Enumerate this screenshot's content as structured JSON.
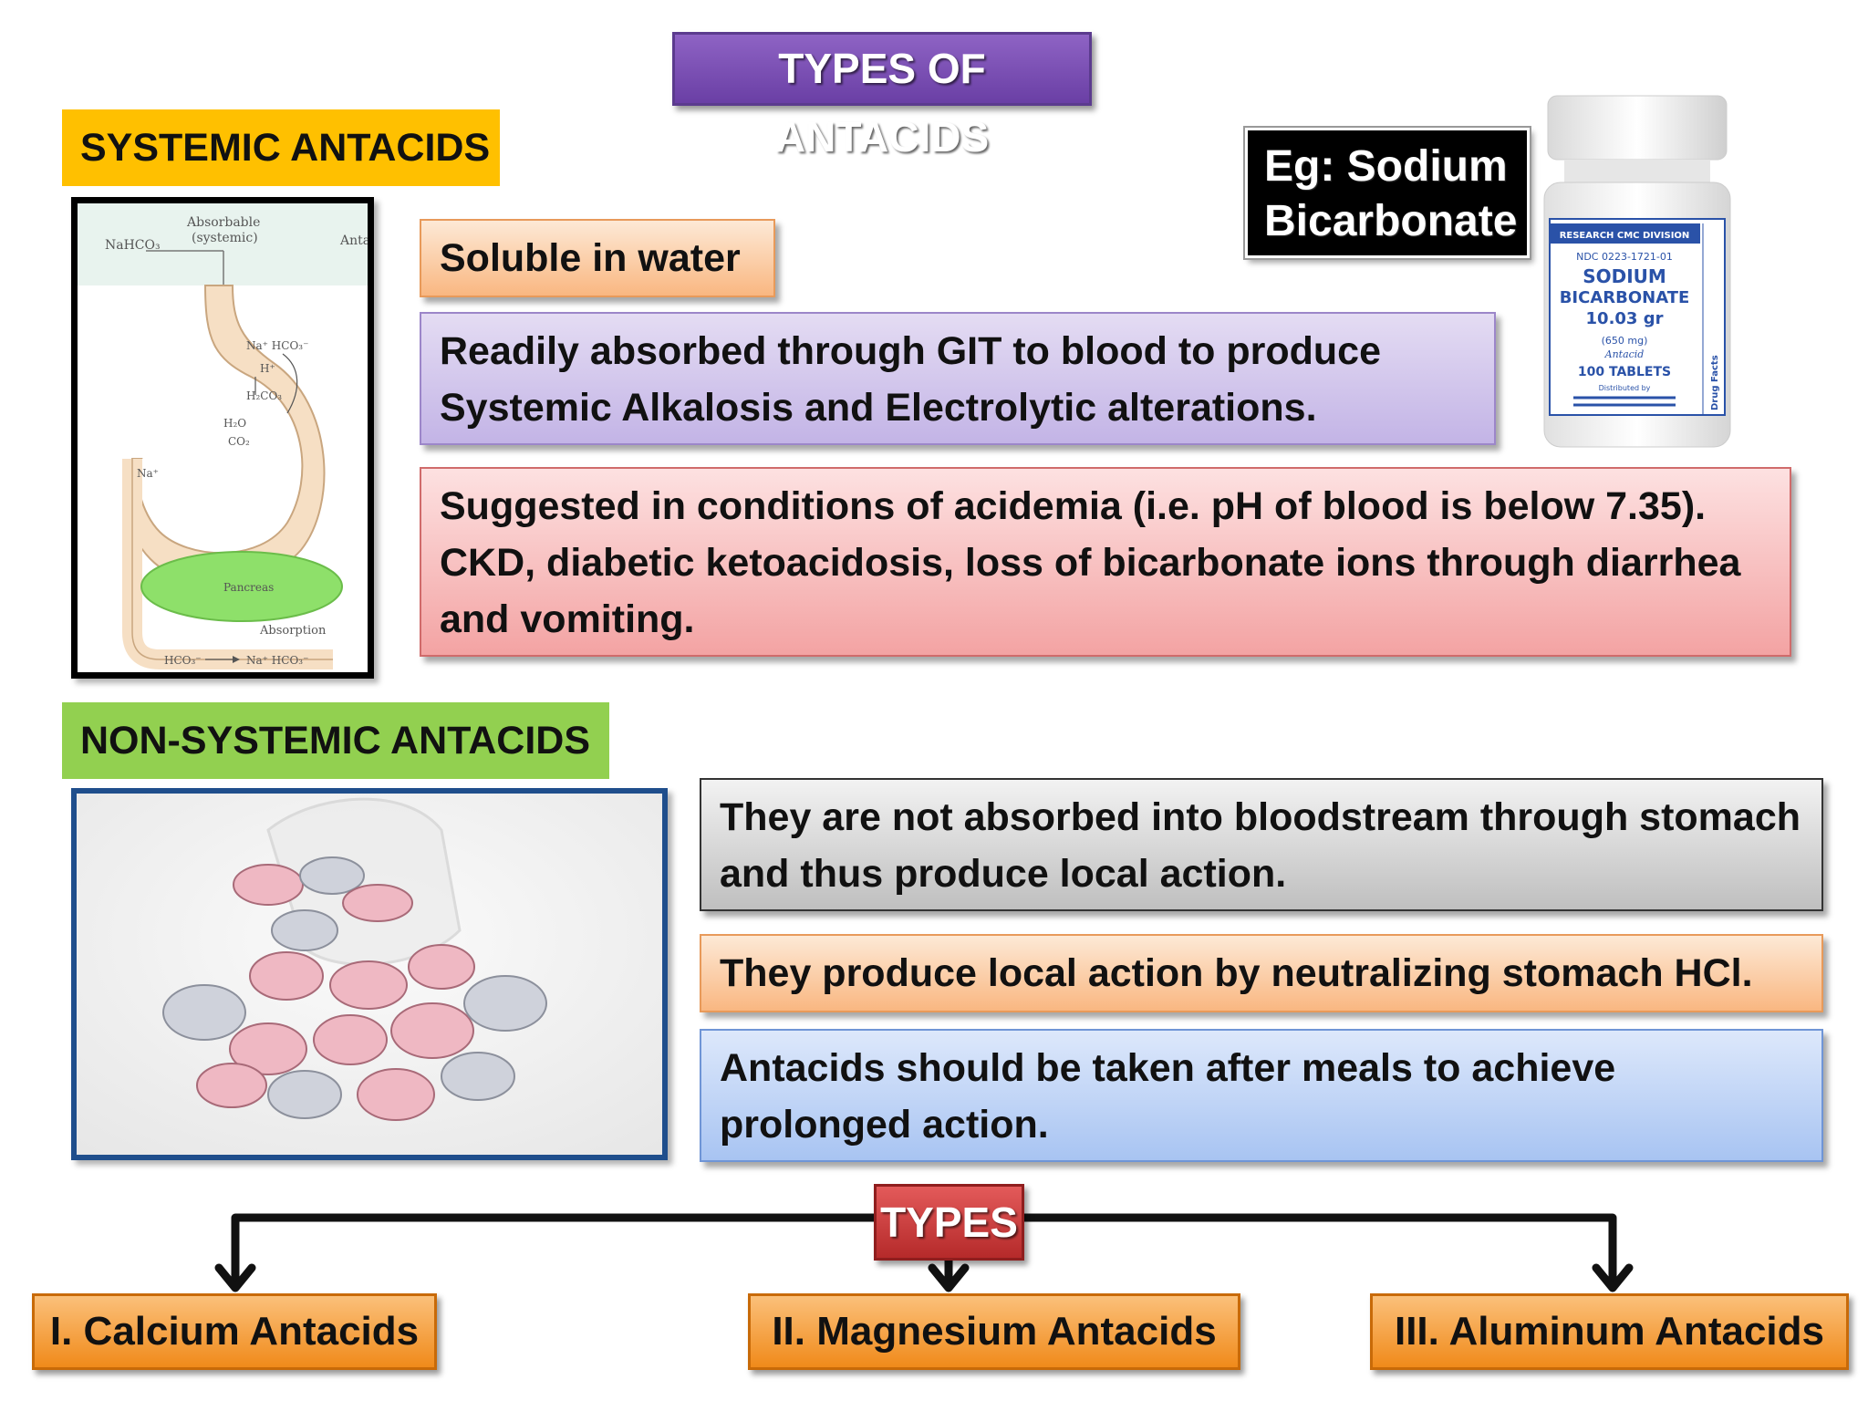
{
  "title": "TYPES OF ANTACIDS",
  "systemic": {
    "label": "SYSTEMIC ANTACIDS",
    "diagram_labels": {
      "nahco3": "NaHCO₃",
      "absorbable": "Absorbable",
      "systemic": "(systemic)",
      "anta": "Anta",
      "na_hco3": "Na⁺ HCO₃⁻",
      "h_plus": "H⁺",
      "h2co3": "H₂CO₃",
      "h2o": "H₂O",
      "co2": "CO₂",
      "na_plus": "Na⁺",
      "pancreas": "Pancreas",
      "absorption": "Absorption",
      "hco3_bottom": "HCO₃⁻",
      "na_hco3_bottom": "Na⁺  HCO₃⁻"
    },
    "example_line1": "Eg: Sodium",
    "example_line2": "Bicarbonate",
    "bottle_labels": {
      "brand": "RESEARCH   CMC   DIVISION",
      "ndc": "NDC 0223-1721-01",
      "name1": "SODIUM",
      "name2": "BICARBONATE",
      "weight": "10.03 gr",
      "mg": "(650 mg)",
      "type": "Antacid",
      "count": "100 TABLETS",
      "distributed": "Distributed by",
      "side": "Drug Facts"
    },
    "points": [
      "Soluble in water",
      "Readily absorbed through GIT to blood to produce Systemic Alkalosis and Electrolytic alterations.",
      "Suggested in conditions of acidemia (i.e. pH of blood is below 7.35). CKD, diabetic ketoacidosis, loss of bicarbonate ions through diarrhea and vomiting."
    ]
  },
  "non_systemic": {
    "label": "NON-SYSTEMIC ANTACIDS",
    "points": [
      "They are not absorbed into bloodstream through stomach and thus produce local action.",
      "They produce local action by neutralizing stomach HCl.",
      "Antacids should be taken after meals to achieve prolonged action."
    ]
  },
  "types": {
    "label": "TYPES",
    "items": [
      "I. Calcium Antacids",
      "II. Magnesium Antacids",
      "III. Aluminum Antacids"
    ]
  },
  "colors": {
    "title_bg": "#7b4fb5",
    "systemic_label_bg": "#ffc000",
    "nonsystemic_label_bg": "#92d050",
    "types_label_bg": "#c0392b",
    "type_box_bg": "#f5a04a"
  }
}
